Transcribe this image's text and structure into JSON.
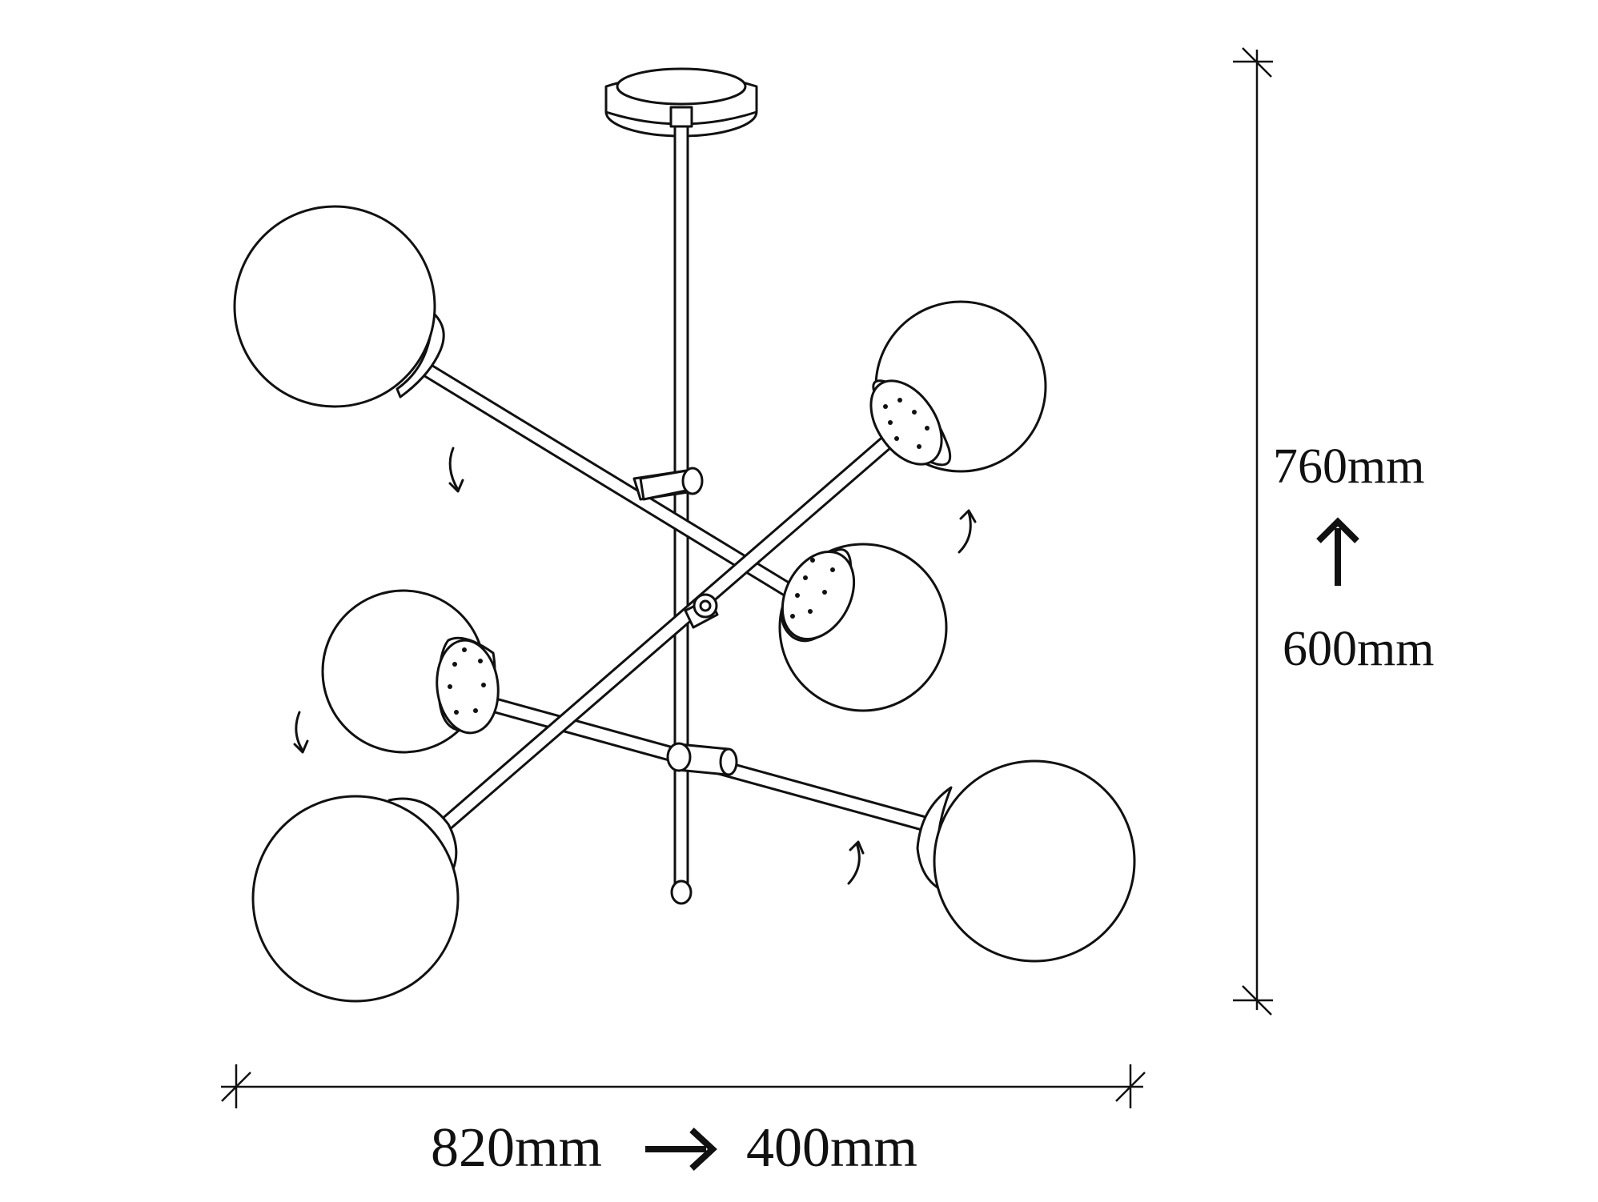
{
  "dimensions": {
    "height_max": "760mm",
    "height_min": "600mm",
    "width_max": "820mm",
    "width_min": "400mm"
  },
  "icons": {
    "height_arrow": "arrow-up-icon",
    "width_arrow": "arrow-right-icon",
    "rotation_arrows": "rotate-arrow-icon"
  }
}
